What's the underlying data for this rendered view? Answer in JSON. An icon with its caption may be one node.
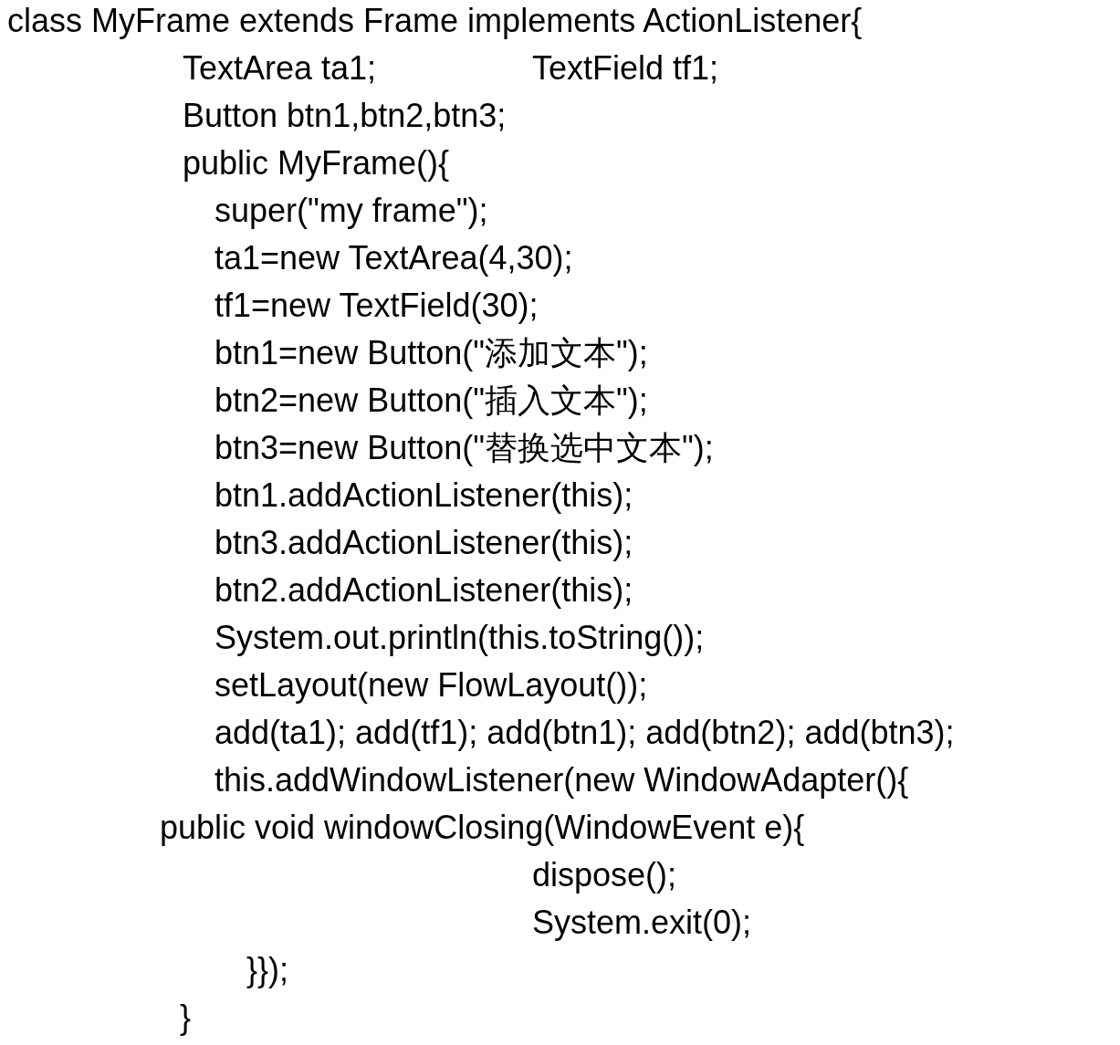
{
  "diagram": {
    "labels": [
      "class MyFrame extends Frame implements ActionListener{",
      "TextArea ta1;",
      "TextField tf1;",
      "Button btn1,btn2,btn3;",
      "public MyFrame(){",
      "super(\"my frame\");",
      "ta1=new TextArea(4,30);",
      "tf1=new TextField(30);",
      "btn1=new Button(\"添加文本\");",
      "btn2=new Button(\"插入文本\");",
      "btn3=new Button(\"替换选中文本\");",
      "btn1.addActionListener(this);",
      "btn3.addActionListener(this);",
      "btn2.addActionListener(this);",
      "System.out.println(this.toString());",
      "setLayout(new FlowLayout());",
      "add(ta1); add(tf1); add(btn1); add(btn2); add(btn3);",
      "this.addWindowListener(new WindowAdapter(){",
      "public void windowClosing(WindowEvent e){",
      "dispose();",
      "System.exit(0);",
      "}});",
      "}"
    ]
  }
}
